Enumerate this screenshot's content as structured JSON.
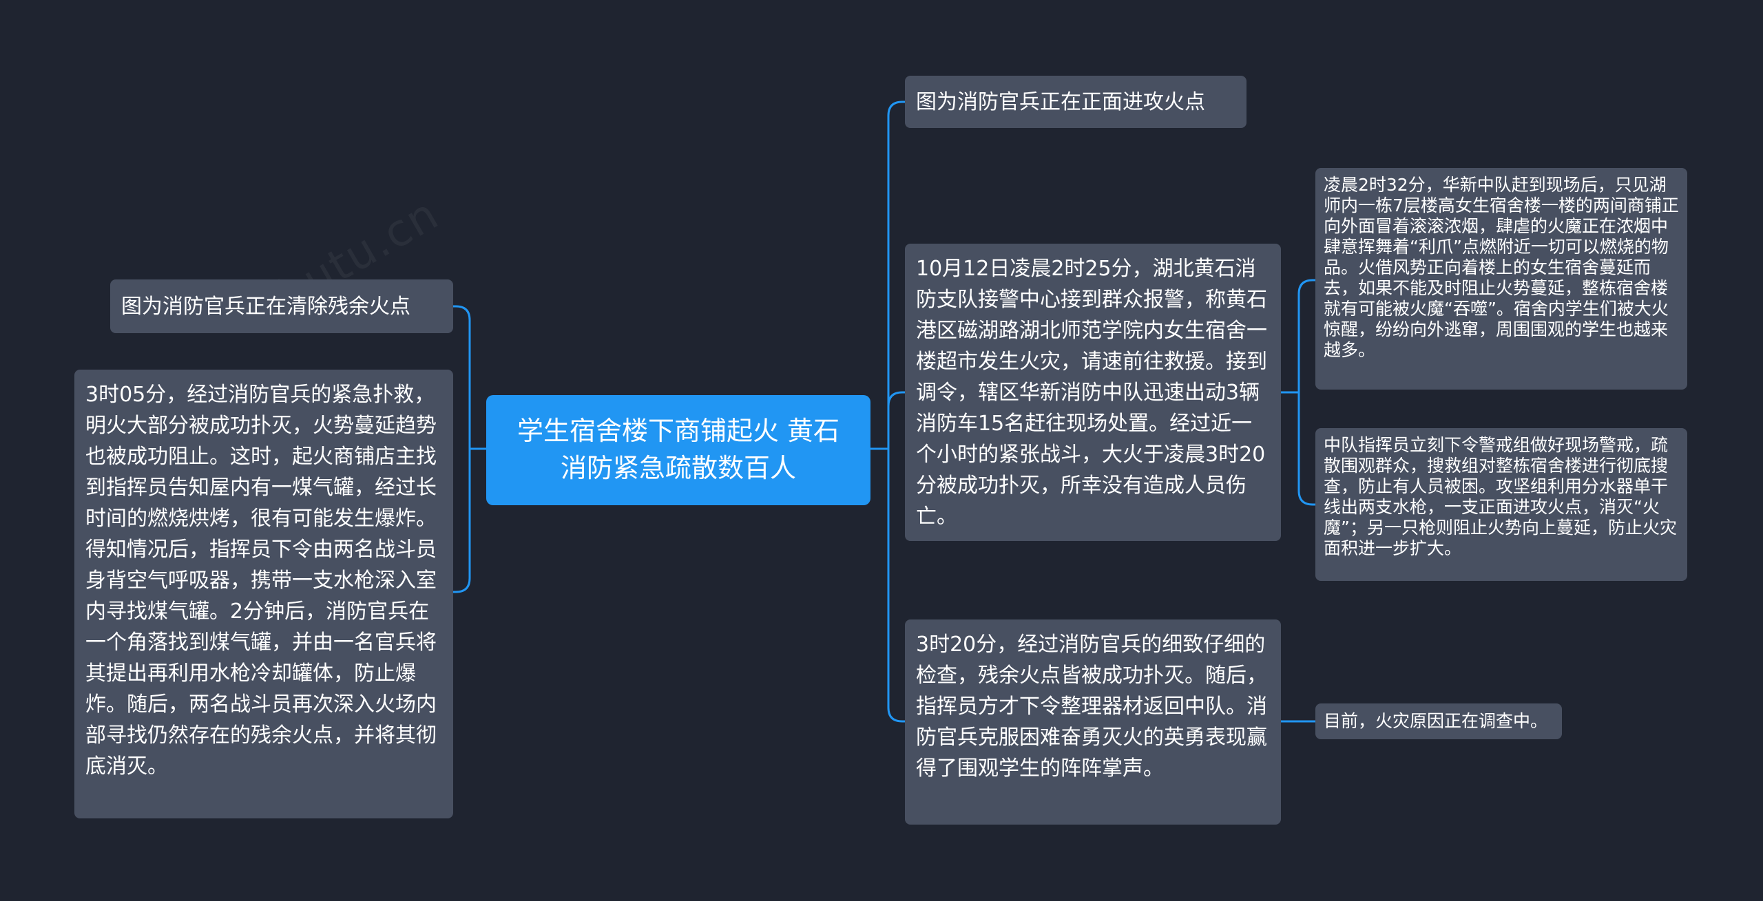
{
  "mindmap": {
    "root": {
      "title": "学生宿舍楼下商铺起火 黄石消防紧急疏散数百人"
    },
    "left": [
      {
        "text": "图为消防官兵正在清除残余火点"
      },
      {
        "text": "3时05分，经过消防官兵的紧急扑救，明火大部分被成功扑灭，火势蔓延趋势也被成功阻止。这时，起火商铺店主找到指挥员告知屋内有一煤气罐，经过长时间的燃烧烘烤，很有可能发生爆炸。得知情况后，指挥员下令由两名战斗员身背空气呼吸器，携带一支水枪深入室内寻找煤气罐。2分钟后，消防官兵在一个角落找到煤气罐，并由一名官兵将其提出再利用水枪冷却罐体，防止爆炸。随后，两名战斗员再次深入火场内部寻找仍然存在的残余火点，并将其彻底消灭。"
      }
    ],
    "right": [
      {
        "text": "图为消防官兵正在正面进攻火点"
      },
      {
        "text": "10月12日凌晨2时25分，湖北黄石消防支队接警中心接到群众报警，称黄石港区磁湖路湖北师范学院内女生宿舍一楼超市发生火灾，请速前往救援。接到调令，辖区华新消防中队迅速出动3辆消防车15名赶往现场处置。经过近一个小时的紧张战斗，大火于凌晨3时20分被成功扑灭，所幸没有造成人员伤亡。",
        "children": [
          {
            "text": "凌晨2时32分，华新中队赶到现场后，只见湖师内一栋7层楼高女生宿舍楼一楼的两间商铺正向外面冒着滚滚浓烟，肆虐的火魔正在浓烟中肆意挥舞着“利爪”点燃附近一切可以燃烧的物品。火借风势正向着楼上的女生宿舍蔓延而去，如果不能及时阻止火势蔓延，整栋宿舍楼就有可能被火魔“吞噬”。宿舍内学生们被大火惊醒，纷纷向外逃窜，周围围观的学生也越来越多。"
          },
          {
            "text": "中队指挥员立刻下令警戒组做好现场警戒，疏散围观群众，搜救组对整栋宿舍楼进行彻底搜查，防止有人员被困。攻坚组利用分水器单干线出两支水枪，一支正面进攻火点，消灭“火魔”；另一只枪则阻止火势向上蔓延，防止火灾面积进一步扩大。"
          }
        ]
      },
      {
        "text": "3时20分，经过消防官兵的细致仔细的检查，残余火点皆被成功扑灭。随后，指挥员方才下令整理器材返回中队。消防官兵克服困难奋勇灭火的英勇表现赢得了围观学生的阵阵掌声。",
        "children": [
          {
            "text": "目前，火灾原因正在调查中。"
          }
        ]
      }
    ],
    "watermark": "shutu.cn",
    "colors": {
      "background": "#1f2430",
      "root_fill": "#2196f3",
      "node_fill": "#485061",
      "connector": "#2196f3",
      "text": "#ffffff"
    }
  }
}
